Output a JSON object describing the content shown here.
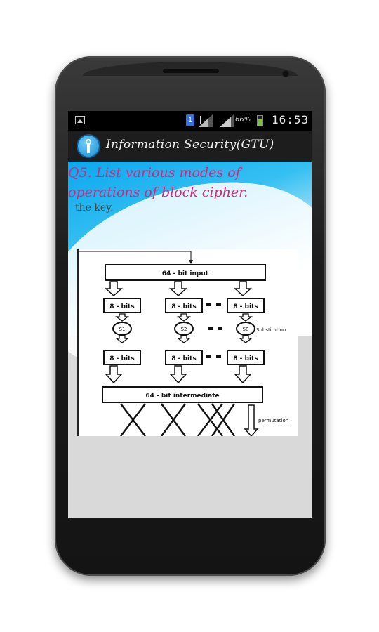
{
  "status_bar": {
    "sim_slot": "1",
    "battery_percent": "66%",
    "battery_level": 0.66,
    "time": "16:53"
  },
  "app_bar": {
    "title": "Information Security(GTU)",
    "icon": "info-key-icon"
  },
  "content": {
    "question": "Q5. List various modes of operations of block cipher.",
    "faded_text": "the key.",
    "diagram": {
      "input_label": "64 - bit input",
      "block_label": "8 - bits",
      "sboxes": [
        "S1",
        "S2",
        "S8"
      ],
      "substitution_label": "Substitution",
      "intermediate_label": "64 - bit intermediate",
      "permutation_label": "permutation"
    }
  },
  "colors": {
    "question_text": "#d6257c",
    "status_bar_bg": "#000000",
    "action_bar_bg": "#1d1d1d",
    "battery": "#7dc142",
    "content_bg": "#d9d9d9"
  }
}
